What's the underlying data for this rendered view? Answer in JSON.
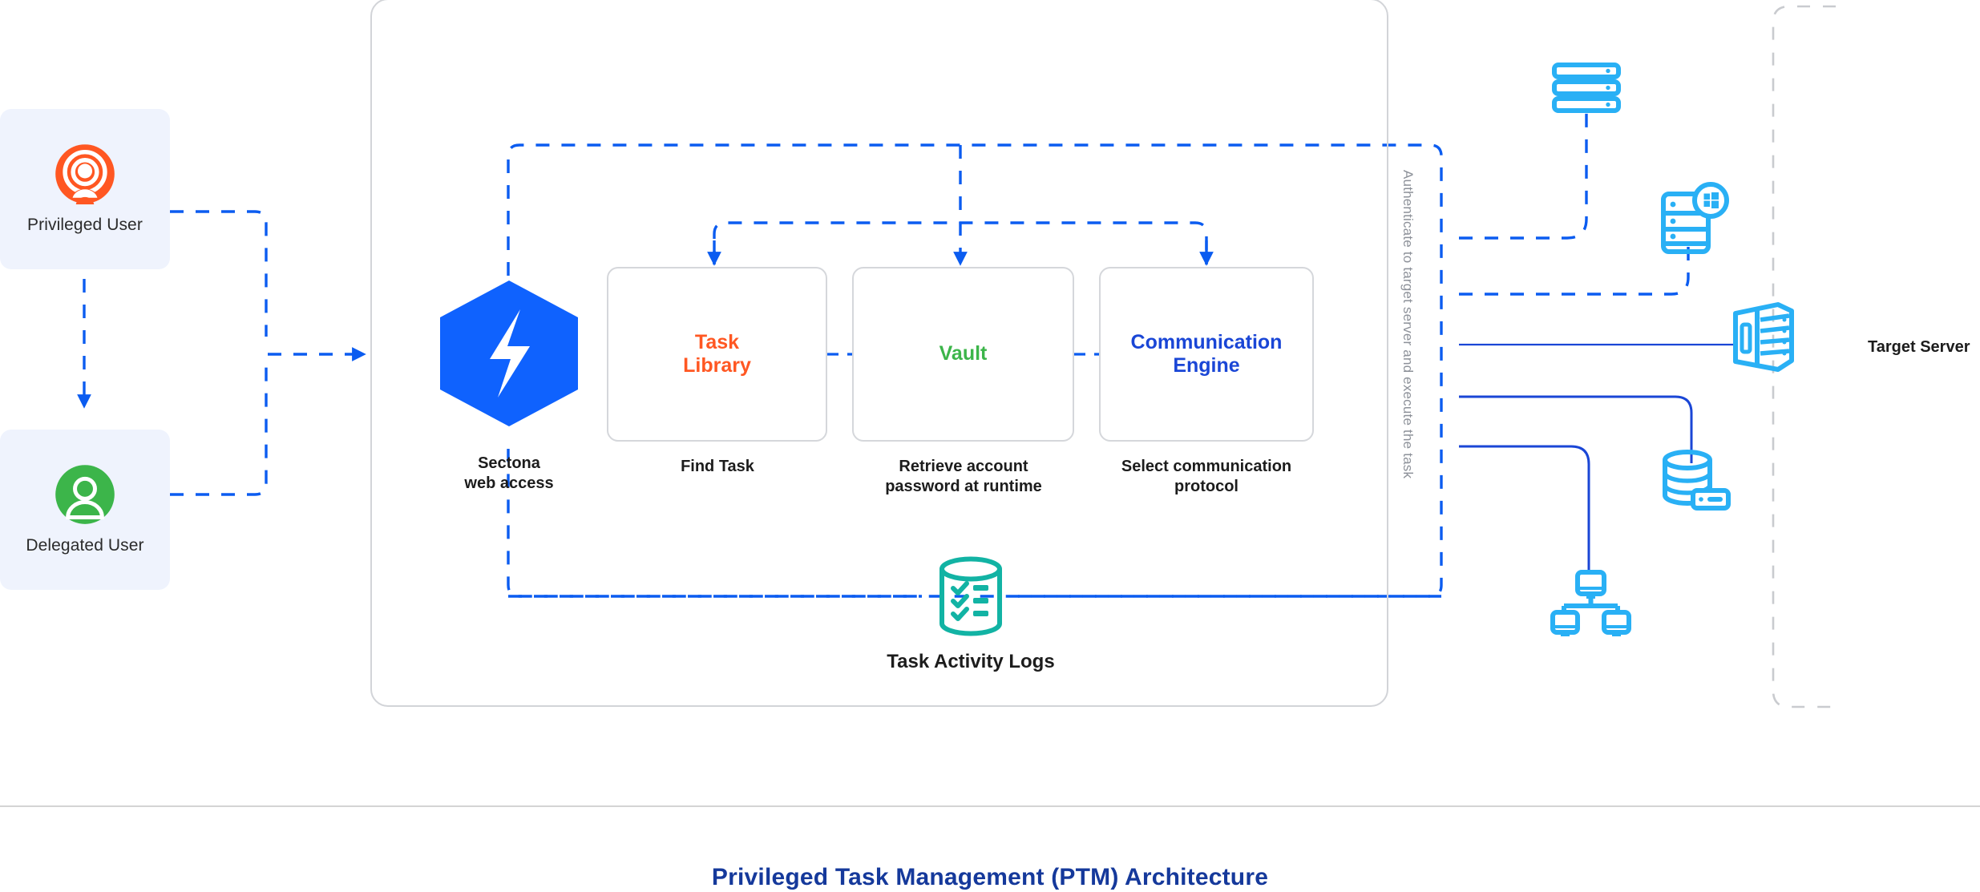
{
  "diagram": {
    "footer_title": "Privileged Task Management (PTM) Architecture",
    "accent_blue": "#0f62fe",
    "link_blue": "#0b5cf0",
    "icon_blue": "#29b0f5",
    "orange": "#ff5722",
    "green": "#3cb54a",
    "teal": "#12b3a4",
    "navy": "#15399b",
    "gray_border": "#d2d4d8",
    "card_bg": "#eff3fd"
  },
  "actors": [
    {
      "id": "privileged-user",
      "label": "Privileged User",
      "icon": "privileged-user-icon",
      "color": "#ff5722"
    },
    {
      "id": "delegated-user",
      "label": "Delegated User",
      "icon": "delegated-user-icon",
      "color": "#3cb54a"
    }
  ],
  "platform": {
    "logo": {
      "name": "sectona-hex-logo",
      "caption": "Sectona\nweb access"
    },
    "components": [
      {
        "id": "task-library",
        "title": "Task\nLibrary",
        "color": "#ff5722",
        "caption": "Find Task"
      },
      {
        "id": "vault",
        "title": "Vault",
        "color": "#3cb54a",
        "caption": "Retrieve account\npassword at runtime"
      },
      {
        "id": "communication-engine",
        "title": "Communication\nEngine",
        "color": "#1a46d6",
        "caption": "Select communication\nprotocol"
      }
    ],
    "logs": {
      "id": "task-activity-logs",
      "label": "Task Activity Logs",
      "icon": "logs-database-icon",
      "color": "#12b3a4"
    }
  },
  "auth_lane": {
    "label": "Authenticate to target server and execute the task"
  },
  "target_zone": {
    "label": "Target Server",
    "devices": [
      {
        "id": "server-rack",
        "icon": "server-rack-icon"
      },
      {
        "id": "windows-server",
        "icon": "windows-server-icon"
      },
      {
        "id": "server-tower",
        "icon": "server-tower-icon"
      },
      {
        "id": "database-server",
        "icon": "database-server-icon"
      },
      {
        "id": "network-cluster",
        "icon": "network-cluster-icon"
      }
    ]
  }
}
